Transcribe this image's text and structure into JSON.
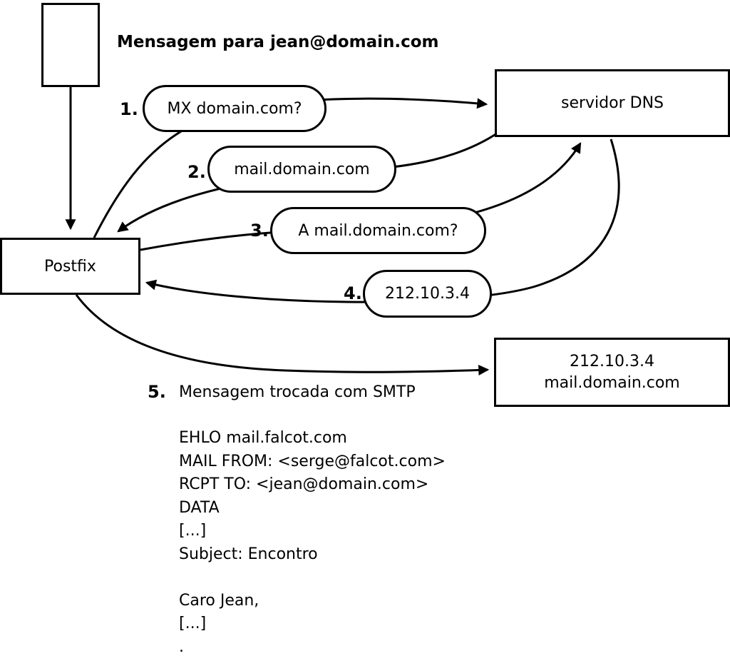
{
  "title": "Mensagem para jean@domain.com",
  "nodes": {
    "postfix": {
      "label": "Postfix"
    },
    "dns": {
      "label": "servidor DNS"
    },
    "smtp_server": {
      "line1": "212.10.3.4",
      "line2": "mail.domain.com"
    }
  },
  "steps": [
    {
      "num": "1.",
      "label": "MX domain.com?"
    },
    {
      "num": "2.",
      "label": "mail.domain.com"
    },
    {
      "num": "3.",
      "label": "A mail.domain.com?"
    },
    {
      "num": "4.",
      "label": "212.10.3.4"
    },
    {
      "num": "5.",
      "label": "Mensagem trocada com SMTP"
    }
  ],
  "smtp_transcript": [
    "EHLO mail.falcot.com",
    "MAIL FROM: <serge@falcot.com>",
    "RCPT TO: <jean@domain.com>",
    "DATA",
    "[...]",
    "Subject: Encontro",
    "",
    "Caro Jean,",
    "[...]",
    "."
  ],
  "colors": {
    "stroke": "#000000",
    "fill": "#ffffff"
  }
}
